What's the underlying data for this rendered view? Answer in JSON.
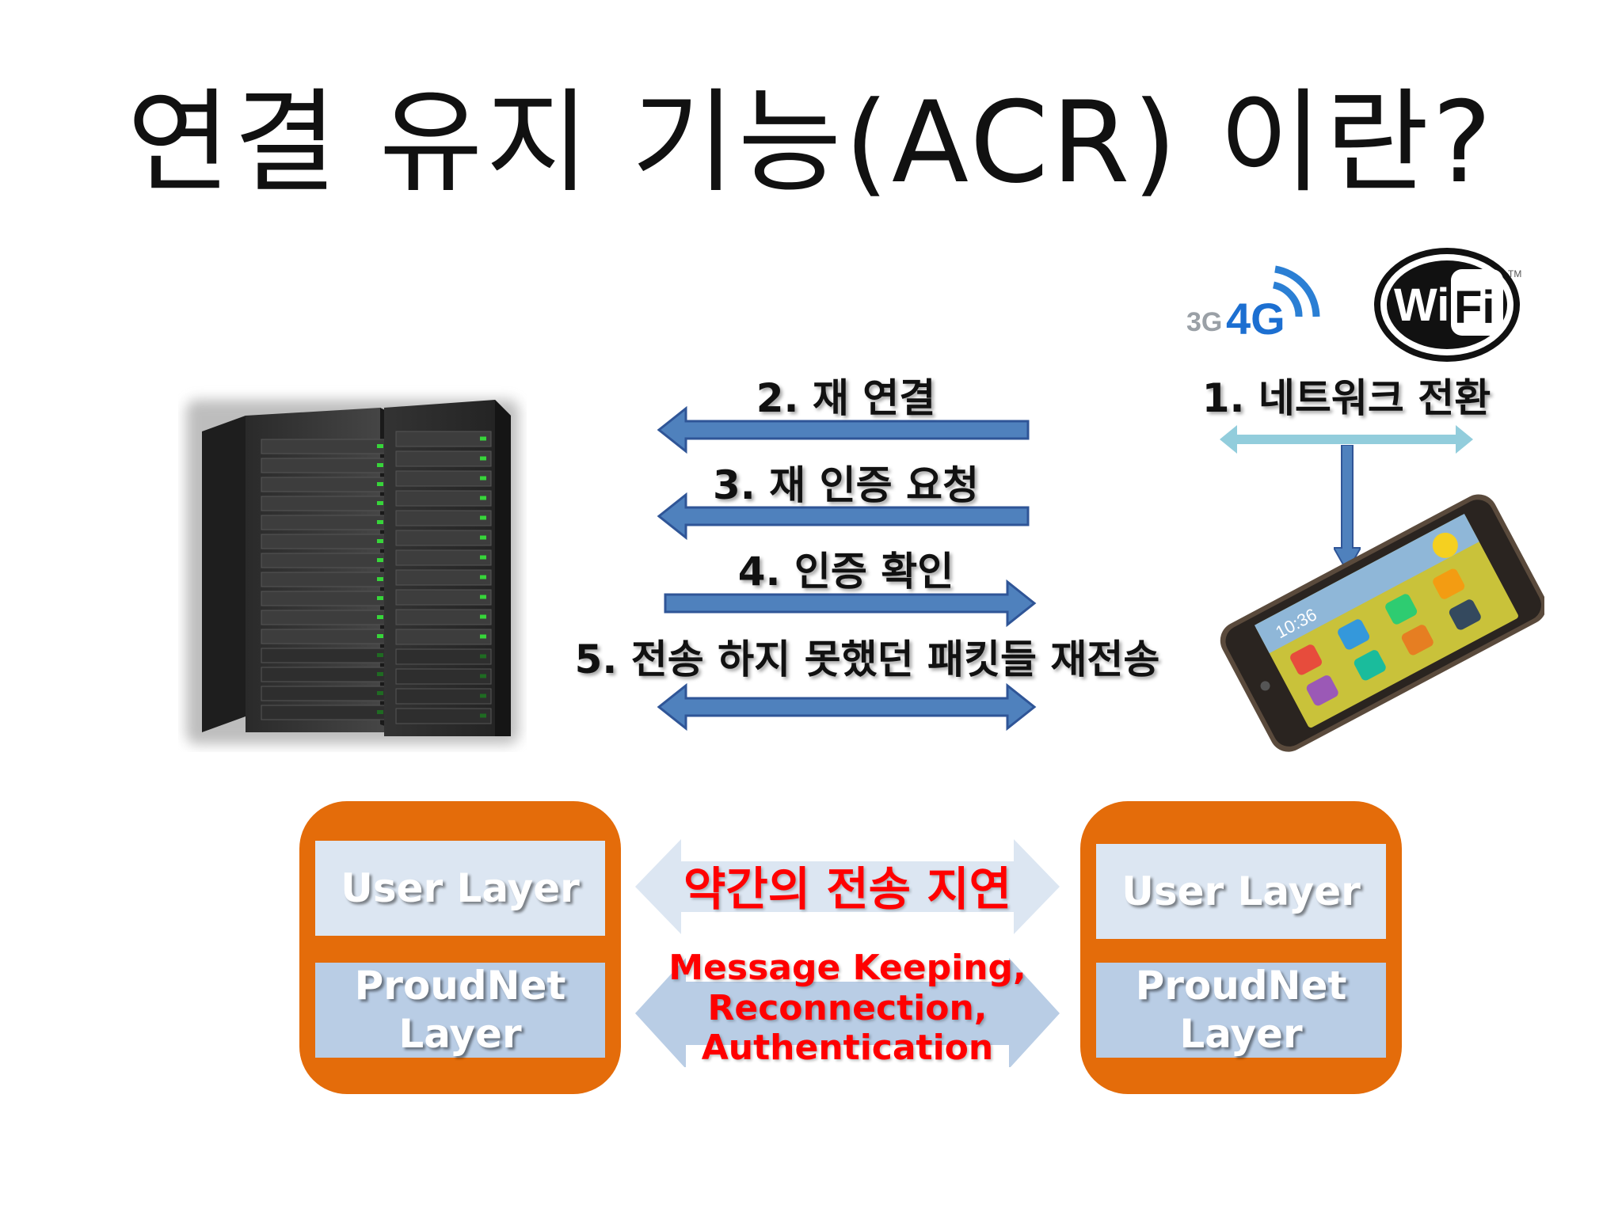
{
  "title": "연결 유지 기능(ACR) 이란?",
  "steps": {
    "s1": "1. 네트워크 전환",
    "s2": "2. 재 연결",
    "s3": "3. 재 인증 요청",
    "s4": "4. 인증 확인",
    "s5": "5. 전송 하지 못했던 패킷들 재전송"
  },
  "network_icons": {
    "cellular": "3G",
    "cellular_bold": "4G",
    "wifi_a": "Wi",
    "wifi_b": "Fi",
    "wifi_tm": "TM"
  },
  "phone": {
    "clock": "10:36"
  },
  "stack_left": {
    "user_layer": "User Layer",
    "proudnet_line1": "ProudNet",
    "proudnet_line2": "Layer"
  },
  "stack_right": {
    "user_layer": "User Layer",
    "proudnet_line1": "ProudNet",
    "proudnet_line2": "Layer"
  },
  "middle": {
    "delay_label": "약간의 전송 지연",
    "features_line1": "Message Keeping,",
    "features_line2": "Reconnection,",
    "features_line3": "Authentication"
  },
  "colors": {
    "arrow_blue": "#4f81bd",
    "arrow_light_blue": "#92cddc",
    "stack_orange": "#e46c0a",
    "user_layer": "#dce6f2",
    "proudnet_layer": "#b9cde5",
    "highlight_red": "#ff0000"
  }
}
